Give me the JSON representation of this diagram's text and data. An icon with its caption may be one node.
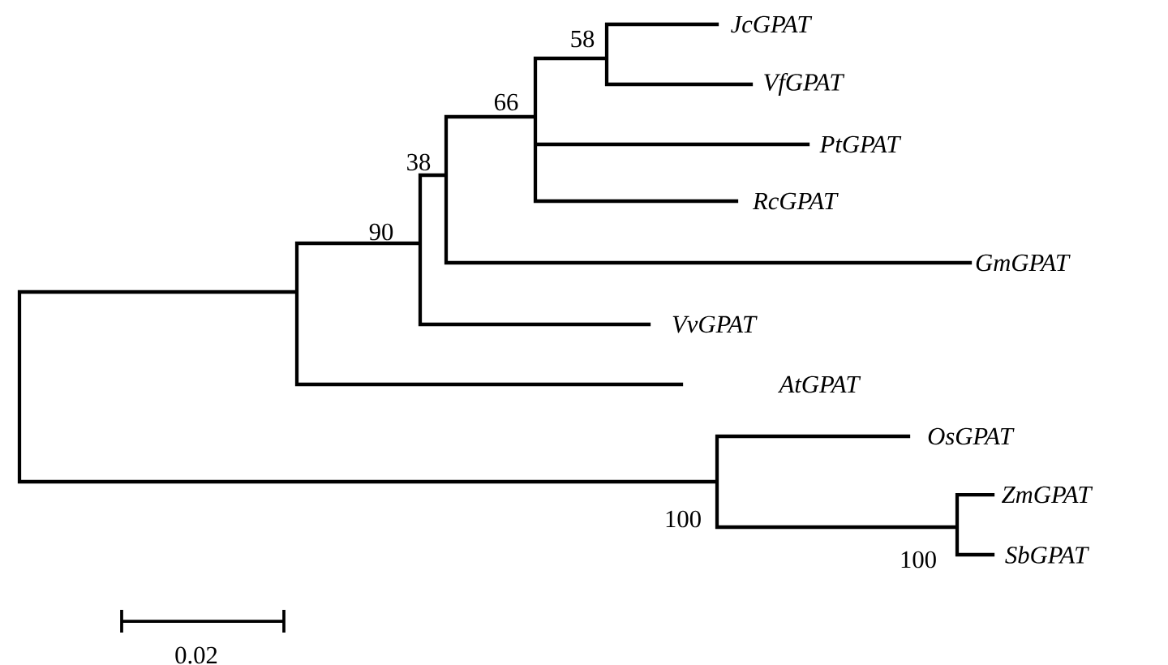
{
  "diagram": {
    "labels": [
      "JcGPAT",
      "58",
      "VfGPAT",
      "66",
      "PtGPAT",
      "38",
      "RcGPAT",
      "90",
      "GmGPAT",
      "VvGPAT",
      "AtGPAT",
      "OsGPAT",
      "ZmGPAT",
      "100",
      "SbGPAT",
      "100",
      "0.02"
    ]
  }
}
